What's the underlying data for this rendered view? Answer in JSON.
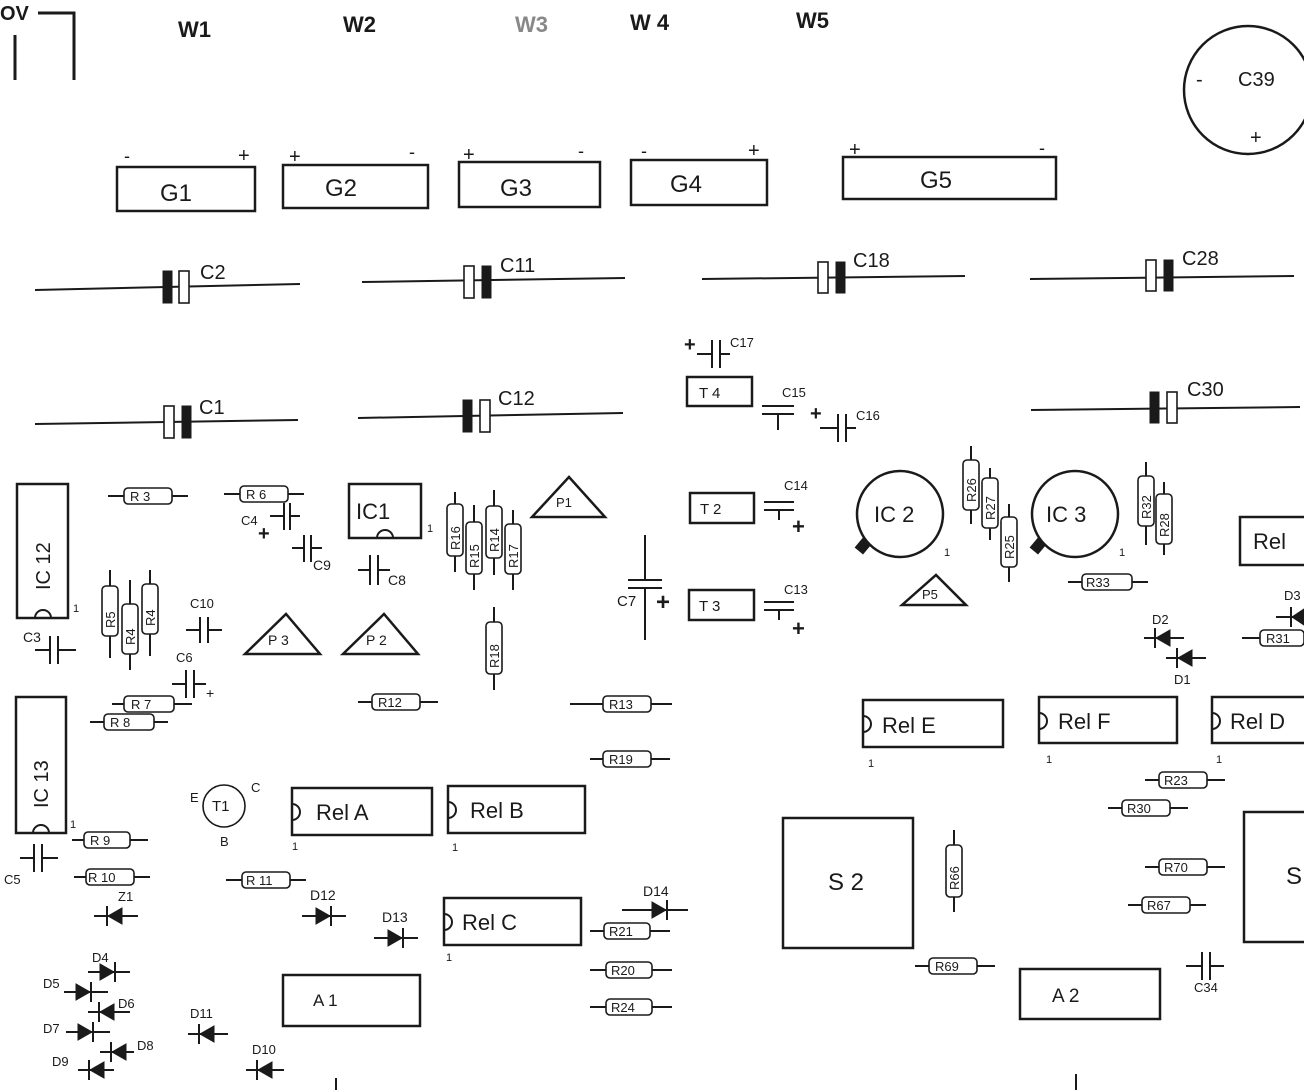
{
  "header": {
    "ground": "OV",
    "wires": [
      "W1",
      "W2",
      "W3",
      "W 4",
      "W5"
    ]
  },
  "connectors": [
    "G1",
    "G2",
    "G3",
    "G4",
    "G5"
  ],
  "polarity": {
    "plus": "+",
    "minus": "-"
  },
  "capacitors": {
    "c1": "C1",
    "c2": "C2",
    "c3": "C3",
    "c4": "C4",
    "c5": "C5",
    "c6": "C6",
    "c7": "C7",
    "c8": "C8",
    "c9": "C9",
    "c10": "C10",
    "c11": "C11",
    "c12": "C12",
    "c13": "C13",
    "c14": "C14",
    "c15": "C15",
    "c16": "C16",
    "c17": "C17",
    "c18": "C18",
    "c28": "C28",
    "c30": "C30",
    "c34": "C34",
    "c39": "C39"
  },
  "resistors": {
    "r3": "R 3",
    "r4a": "R4",
    "r4b": "R4",
    "r5": "R5",
    "r6": "R 6",
    "r7": "R 7",
    "r8": "R 8",
    "r9": "R 9",
    "r10": "R 10",
    "r11": "R 11",
    "r12": "R12",
    "r13": "R13",
    "r14": "R14",
    "r15": "R15",
    "r16": "R16",
    "r17": "R17",
    "r18": "R18",
    "r19": "R19",
    "r20": "R20",
    "r21": "R21",
    "r23": "R23",
    "r24": "R24",
    "r25": "R25",
    "r26": "R26",
    "r27": "R27",
    "r28": "R28",
    "r30": "R30",
    "r31": "R31",
    "r32": "R32",
    "r33": "R33",
    "r66": "R66",
    "r67": "R67",
    "r69": "R69",
    "r70": "R70"
  },
  "ics": {
    "ic1": "IC1",
    "ic2": "IC 2",
    "ic3": "IC 3",
    "ic12": "IC 12",
    "ic13": "IC 13"
  },
  "transistors": {
    "t1": "T1",
    "t2": "T 2",
    "t3": "T 3",
    "t4": "T 4",
    "emitter": "E",
    "collector": "C",
    "base": "B"
  },
  "pots": {
    "p1": "P1",
    "p2": "P 2",
    "p3": "P 3",
    "p5": "P5"
  },
  "relays": {
    "a": "Rel   A",
    "b": "Rel  B",
    "c": "Rel  C",
    "d": "Rel  D",
    "e": "Rel  E",
    "f": "Rel  F",
    "edge": "Rel"
  },
  "diodes": {
    "d1": "D1",
    "d2": "D2",
    "d3": "D3",
    "d4": "D4",
    "d5": "D5",
    "d6": "D6",
    "d7": "D7",
    "d8": "D8",
    "d9": "D9",
    "d10": "D10",
    "d11": "D11",
    "d12": "D12",
    "d13": "D13",
    "d14": "D14",
    "z1": "Z1"
  },
  "modules": {
    "a1": "A  1",
    "a2": "A  2",
    "s2": "S 2",
    "s_edge": "S"
  },
  "pin1": "1"
}
